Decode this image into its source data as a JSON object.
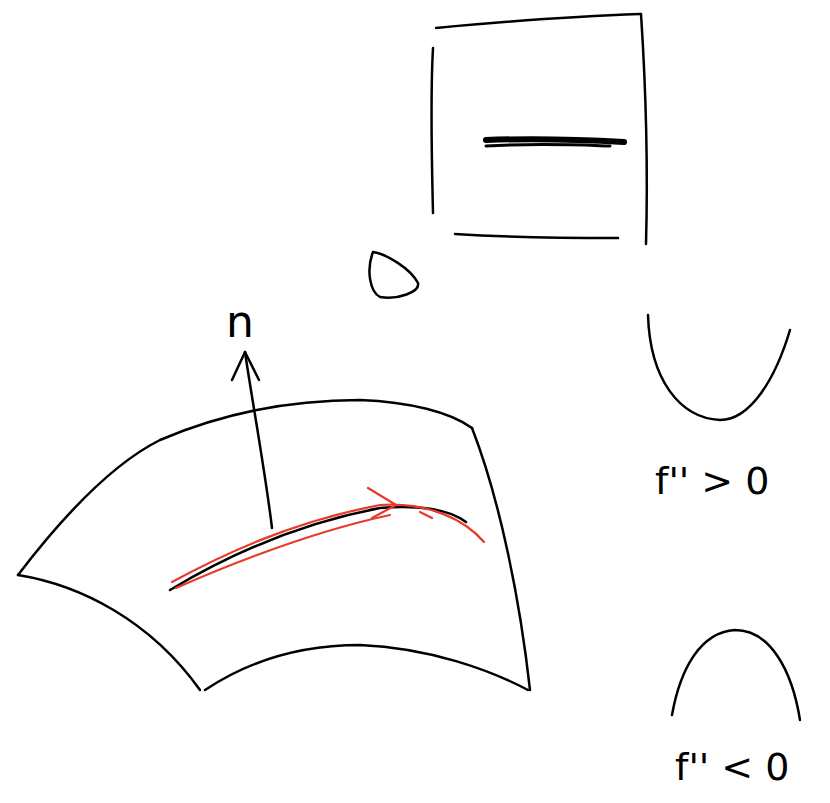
{
  "diagram": {
    "labels": [
      "n",
      "f'' > 0",
      "f'' < 0"
    ]
  }
}
